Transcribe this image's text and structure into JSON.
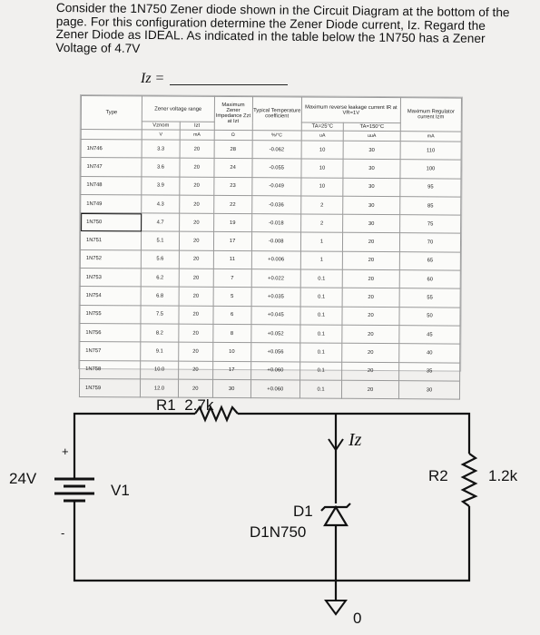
{
  "question": {
    "text": "Consider the 1N750 Zener diode shown in the Circuit Diagram at the bottom of the page. For this configuration determine the Zener Diode current, Iz. Regard the Zener Diode as IDEAL. As indicated in the table below the 1N750 has a Zener Voltage of 4.7V"
  },
  "answer_line": {
    "label": "Iz ="
  },
  "table": {
    "header": {
      "type": "Type",
      "zener_voltage_range": "Zener voltage range",
      "vz": "Vznom",
      "izt": "Izt",
      "max_impedance": "Maximum Zener Impedance Zzt at Izt",
      "temp_coeff": "Typical Temperature coefficient",
      "leakage": "Maximum reverse leakage current IR at VR=1V",
      "regulator": "Maximum Regulator current Izm"
    },
    "units": [
      "",
      "V",
      "mA",
      "Ω",
      "%/°C",
      "uA",
      "uuA",
      "mA"
    ],
    "leakage_temps": [
      "TA=25°C",
      "TA=150°C"
    ],
    "highlight_row": "1N750",
    "rows": [
      {
        "type": "1N746",
        "vz": "3.3",
        "izt": "20",
        "zzt": "28",
        "tc": "-0.062",
        "ir25": "10",
        "ir150": "30",
        "izm": "110"
      },
      {
        "type": "1N747",
        "vz": "3.6",
        "izt": "20",
        "zzt": "24",
        "tc": "-0.055",
        "ir25": "10",
        "ir150": "30",
        "izm": "100"
      },
      {
        "type": "1N748",
        "vz": "3.9",
        "izt": "20",
        "zzt": "23",
        "tc": "-0.049",
        "ir25": "10",
        "ir150": "30",
        "izm": "95"
      },
      {
        "type": "1N749",
        "vz": "4.3",
        "izt": "20",
        "zzt": "22",
        "tc": "-0.036",
        "ir25": "2",
        "ir150": "30",
        "izm": "85"
      },
      {
        "type": "1N750",
        "vz": "4.7",
        "izt": "20",
        "zzt": "19",
        "tc": "-0.018",
        "ir25": "2",
        "ir150": "30",
        "izm": "75"
      },
      {
        "type": "1N751",
        "vz": "5.1",
        "izt": "20",
        "zzt": "17",
        "tc": "-0.008",
        "ir25": "1",
        "ir150": "20",
        "izm": "70"
      },
      {
        "type": "1N752",
        "vz": "5.6",
        "izt": "20",
        "zzt": "11",
        "tc": "+0.006",
        "ir25": "1",
        "ir150": "20",
        "izm": "65"
      },
      {
        "type": "1N753",
        "vz": "6.2",
        "izt": "20",
        "zzt": "7",
        "tc": "+0.022",
        "ir25": "0.1",
        "ir150": "20",
        "izm": "60"
      },
      {
        "type": "1N754",
        "vz": "6.8",
        "izt": "20",
        "zzt": "5",
        "tc": "+0.035",
        "ir25": "0.1",
        "ir150": "20",
        "izm": "55"
      },
      {
        "type": "1N755",
        "vz": "7.5",
        "izt": "20",
        "zzt": "6",
        "tc": "+0.045",
        "ir25": "0.1",
        "ir150": "20",
        "izm": "50"
      },
      {
        "type": "1N756",
        "vz": "8.2",
        "izt": "20",
        "zzt": "8",
        "tc": "+0.052",
        "ir25": "0.1",
        "ir150": "20",
        "izm": "45"
      },
      {
        "type": "1N757",
        "vz": "9.1",
        "izt": "20",
        "zzt": "10",
        "tc": "+0.056",
        "ir25": "0.1",
        "ir150": "20",
        "izm": "40"
      },
      {
        "type": "1N758",
        "vz": "10.0",
        "izt": "20",
        "zzt": "17",
        "tc": "+0.060",
        "ir25": "0.1",
        "ir150": "20",
        "izm": "35"
      },
      {
        "type": "1N759",
        "vz": "12.0",
        "izt": "20",
        "zzt": "30",
        "tc": "+0.060",
        "ir25": "0.1",
        "ir150": "20",
        "izm": "30"
      }
    ]
  },
  "circuit": {
    "source_voltage": "24V",
    "source_name": "V1",
    "plus_sign": "+",
    "minus_sign": "-",
    "r1_name": "R1",
    "r1_value": "2.7k",
    "r2_name": "R2",
    "r2_value": "1.2k",
    "diode_name": "D1",
    "diode_model": "D1N750",
    "current_label": "Iz",
    "ground_label": "0"
  }
}
